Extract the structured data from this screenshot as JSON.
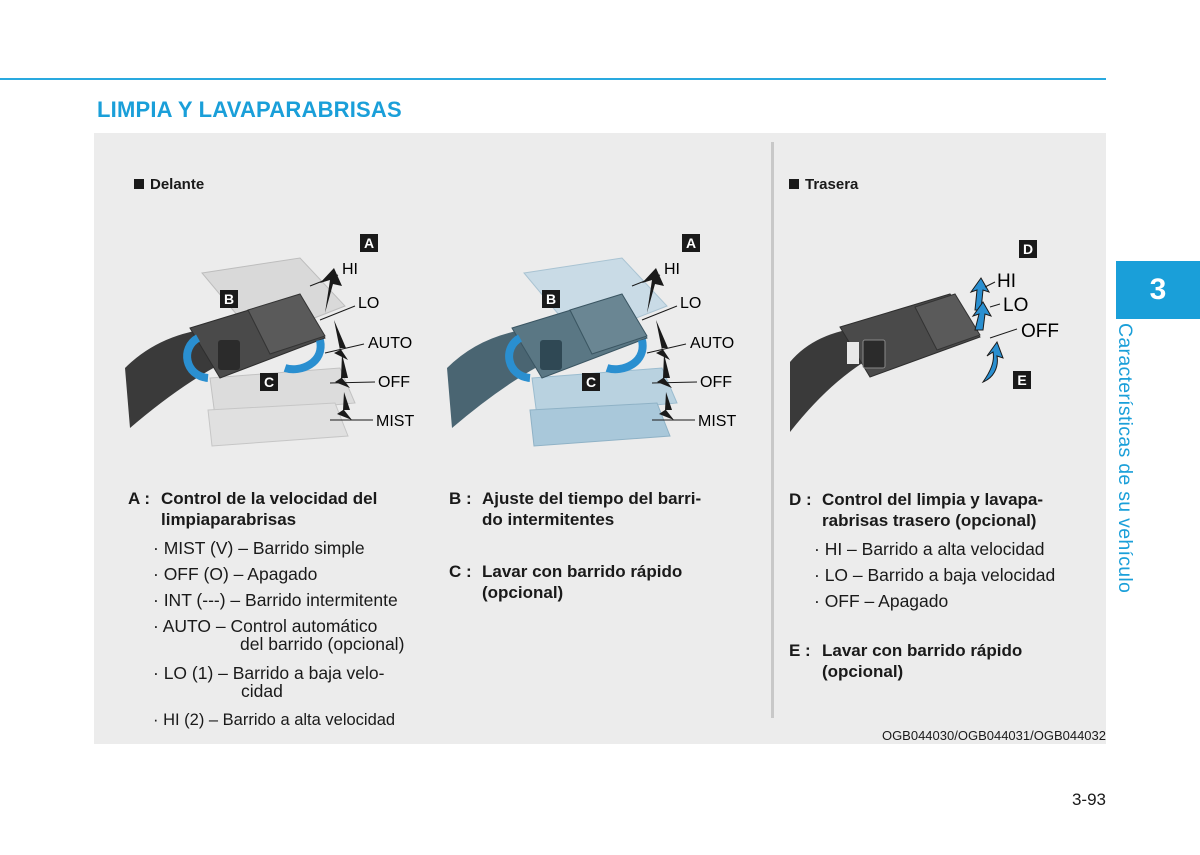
{
  "section_title": "LIMPIA Y LAVAPARABRISAS",
  "figures": {
    "front": {
      "label": "Delante",
      "markers": {
        "a": "A",
        "b": "B",
        "c": "C"
      },
      "positions": {
        "hi": "HI",
        "lo": "LO",
        "auto": "AUTO",
        "off": "OFF",
        "mist": "MIST"
      }
    },
    "rear": {
      "label": "Trasera",
      "markers": {
        "d": "D",
        "e": "E"
      },
      "positions": {
        "hi": "HI",
        "lo": "LO",
        "off": "OFF"
      }
    },
    "code": "OGB044030/OGB044031/OGB044032"
  },
  "descriptions": {
    "a": {
      "key": "A :",
      "line1": "Control de la velocidad del",
      "line2": "limpiaparabrisas",
      "items": [
        "· MIST (V) – Barrido simple",
        "· OFF (O) – Apagado",
        "· INT (---) – Barrido intermitente",
        "· AUTO – Control automático",
        "del barrido (opcional)",
        "· LO (1) – Barrido a baja velo-",
        "cidad",
        "· HI (2) – Barrido a alta velocidad"
      ]
    },
    "b": {
      "key": "B :",
      "line1": "Ajuste del tiempo del barri-",
      "line2": "do intermitentes"
    },
    "c": {
      "key": "C :",
      "line1": "Lavar con barrido rápido",
      "line2": "(opcional)"
    },
    "d": {
      "key": "D :",
      "line1": "Control del limpia y lavapa-",
      "line2": "rabrisas trasero (opcional)",
      "items": [
        "· HI – Barrido a alta velocidad",
        "· LO – Barrido a baja velocidad",
        "· OFF – Apagado"
      ]
    },
    "e": {
      "key": "E :",
      "line1": "Lavar con barrido rápido",
      "line2": "(opcional)"
    }
  },
  "page_number": "3-93",
  "chapter": {
    "number": "3",
    "title": "Características de su vehículo"
  },
  "colors": {
    "accent": "#1a9fd9",
    "panel": "#ececec",
    "arrow_blue": "#2a8fd0"
  }
}
